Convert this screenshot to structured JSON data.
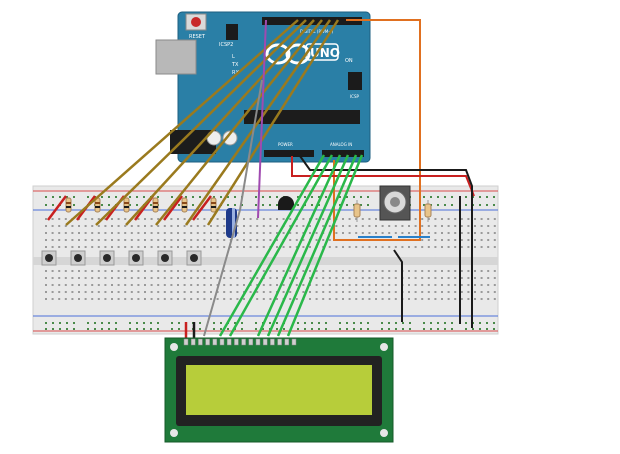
{
  "board": {
    "reset_label": "RESET",
    "icsp2_label": "ICSP2",
    "uno_label": "UNO",
    "on_label": "ON",
    "icsp_label": "ICSP",
    "power_label": "POWER",
    "analog_label": "ANALOG IN",
    "digital_label": "DIGITAL (PWM~)",
    "tx_label": "TX",
    "rx_label": "RX",
    "l_label": "L",
    "colors": {
      "board": "#2a7fa6",
      "header": "#1b1b1b",
      "chip": "#1c1c1c"
    }
  },
  "breadboard": {
    "button_count": 6,
    "resistor_count": 6,
    "colors": {
      "body": "#e9e9e9",
      "rail_red": "#d94a4a",
      "rail_blue": "#4a6fd9",
      "hole": "#4a8a4a"
    }
  },
  "lcd": {
    "pin_count": 16,
    "colors": {
      "pcb": "#1f7a3a",
      "bezel": "#222222",
      "screen": "#b7cd3a"
    }
  },
  "wire_colors": {
    "olive": "#9a7a1e",
    "green": "#2ab84a",
    "orange": "#e07020",
    "red": "#c82020",
    "black": "#1a1a1a",
    "gray": "#8a8a8a",
    "purple": "#a04ab0",
    "blue": "#2a80c8"
  }
}
